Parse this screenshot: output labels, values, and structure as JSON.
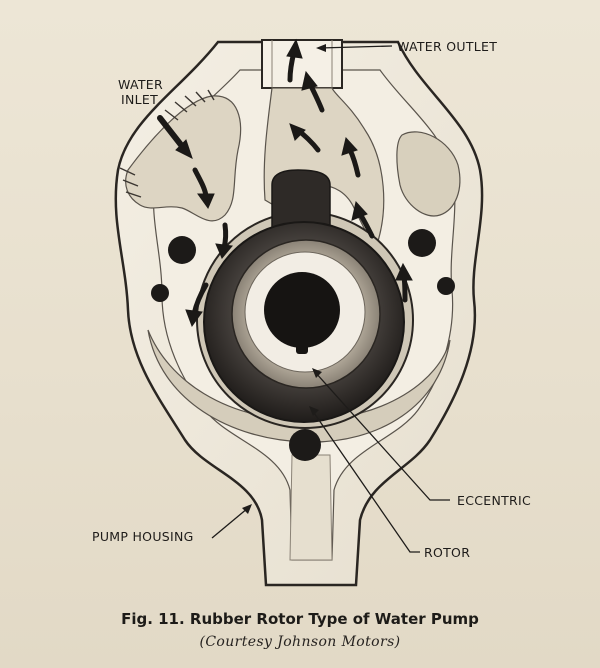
{
  "diagram": {
    "labels": {
      "water_outlet": "WATER OUTLET",
      "water_inlet_line1": "WATER",
      "water_inlet_line2": "INLET",
      "eccentric": "ECCENTRIC",
      "rotor": "ROTOR",
      "pump_housing": "PUMP HOUSING"
    },
    "colors": {
      "housing_fill": "#f0eade",
      "outline": "#2a2622",
      "rotor_dark": "#3a3633",
      "hub_black": "#1a1816",
      "pocket_shade": "#d5cdbb"
    }
  },
  "caption": {
    "title": "Fig. 11. Rubber Rotor Type of Water Pump",
    "credit": "(Courtesy Johnson Motors)"
  }
}
